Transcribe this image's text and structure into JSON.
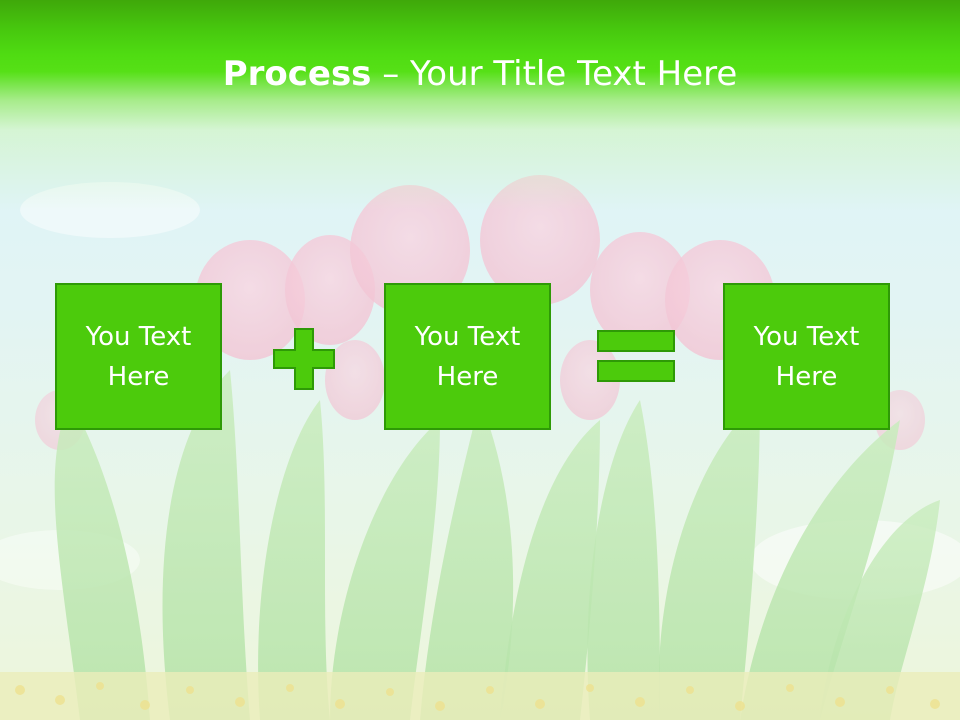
{
  "title": {
    "bold": "Process",
    "rest": " – Your Title Text Here"
  },
  "boxes": [
    {
      "text": "You Text Here"
    },
    {
      "text": "You Text Here"
    },
    {
      "text": "You Text Here"
    }
  ],
  "operators": [
    "plus-icon",
    "equals-icon"
  ],
  "colors": {
    "accent": "#4ccb0c",
    "accent_border": "#2e9a06",
    "title_band": "#47c80e"
  }
}
